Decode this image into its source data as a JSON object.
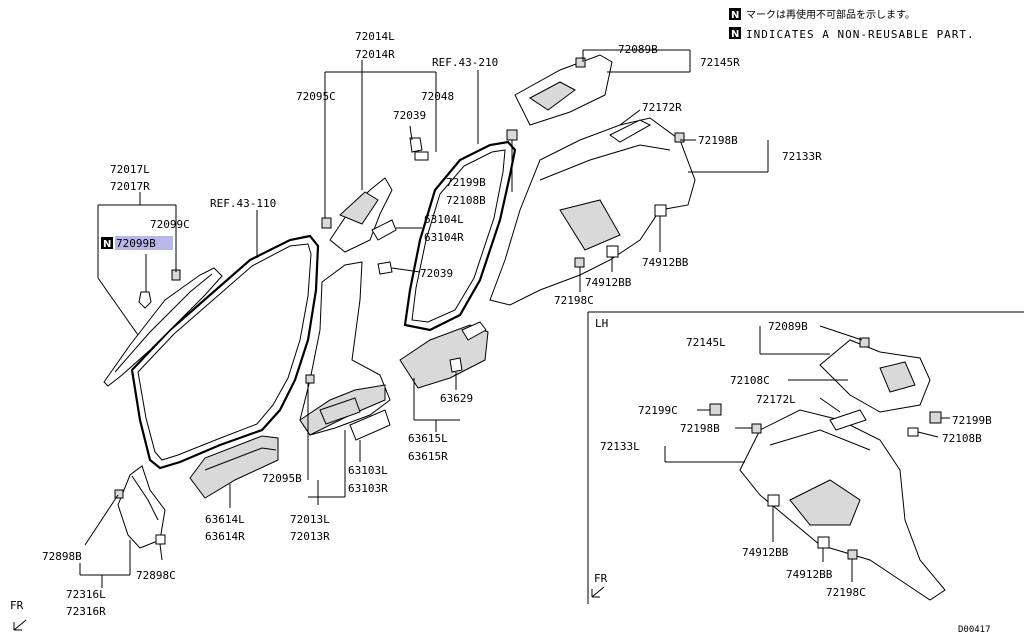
{
  "notice": {
    "badge": "N",
    "line_jp": "マークは再使用不可部品を示します。",
    "line_en": "INDICATES A NON-REUSABLE PART."
  },
  "labels": {
    "p72014L": "72014L",
    "p72014R": "72014R",
    "ref43_210": "REF.43-210",
    "p72089B_top": "72089B",
    "p72145R": "72145R",
    "p72095C": "72095C",
    "p72048": "72048",
    "p72039_top": "72039",
    "p72172R": "72172R",
    "p72198B_top": "72198B",
    "p72133R": "72133R",
    "p72017L": "72017L",
    "p72017R": "72017R",
    "ref43_110": "REF.43-110",
    "p72099C": "72099C",
    "p72099B": "72099B",
    "p72199B_top": "72199B",
    "p72108B_top": "72108B",
    "p63104L": "63104L",
    "p63104R": "63104R",
    "p74912BB_a": "74912BB",
    "p74912BB_b": "74912BB",
    "p72039_mid": "72039",
    "p72198C_top": "72198C",
    "p63629": "63629",
    "p63615L": "63615L",
    "p63615R": "63615R",
    "p72095B": "72095B",
    "p72013L": "72013L",
    "p72013R": "72013R",
    "p63103L": "63103L",
    "p63103R": "63103R",
    "p63614L": "63614L",
    "p63614R": "63614R",
    "p72898B": "72898B",
    "p72898C": "72898C",
    "p72316L": "72316L",
    "p72316R": "72316R",
    "fr_left": "FR",
    "lh": "LH",
    "lh_72089B": "72089B",
    "lh_72145L": "72145L",
    "lh_72108C": "72108C",
    "lh_72172L": "72172L",
    "lh_72199C": "72199C",
    "lh_72199B": "72199B",
    "lh_72198B": "72198B",
    "lh_72108B": "72108B",
    "lh_72133L": "72133L",
    "lh_74912BB_a": "74912BB",
    "lh_74912BB_b": "74912BB",
    "lh_72198C": "72198C",
    "fr_right": "FR",
    "diagram_id": "D00417"
  },
  "colors": {
    "highlight": "#b8b8e8",
    "line": "#000000",
    "part_shade": "#d9d9d9"
  }
}
